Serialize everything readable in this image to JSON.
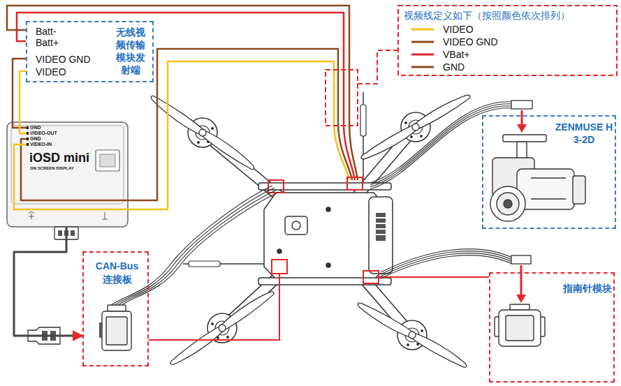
{
  "diagram": {
    "nodes": [
      {
        "text": [
          "Batt-",
          "Batt+",
          "VIDEO GND",
          "VIDEO",
          "无线视频传输模块发射端"
        ]
      },
      {
        "text": [
          "GND",
          "VIDEO-OUT",
          "GND",
          "VIDEO-IN",
          "iOSD mini",
          "ON SCREEN DISPLAY"
        ]
      },
      {
        "text": [
          "ZENMUSE H3-2D"
        ]
      },
      {
        "text": [
          "CAN-Bus 连接板"
        ]
      },
      {
        "text": [
          "指南针模块"
        ]
      }
    ],
    "edges": [
      {
        "from": 1,
        "to": 0,
        "arrow": "none"
      },
      {
        "from": 1,
        "to": 0,
        "arrow": "none"
      },
      {
        "from": 1,
        "to": 3,
        "arrow": "to"
      }
    ],
    "labels": [
      "视频线定义如下（按照颜色依次排列）"
    ],
    "legend": [
      {
        "text": "VIDEO",
        "color": "#f5c21b"
      },
      {
        "text": "VIDEO GND",
        "color": "#8a4a1f"
      },
      {
        "text": "VBat+",
        "color": "#e3262a"
      },
      {
        "text": "GND",
        "color": "#8a4a1f"
      }
    ]
  }
}
